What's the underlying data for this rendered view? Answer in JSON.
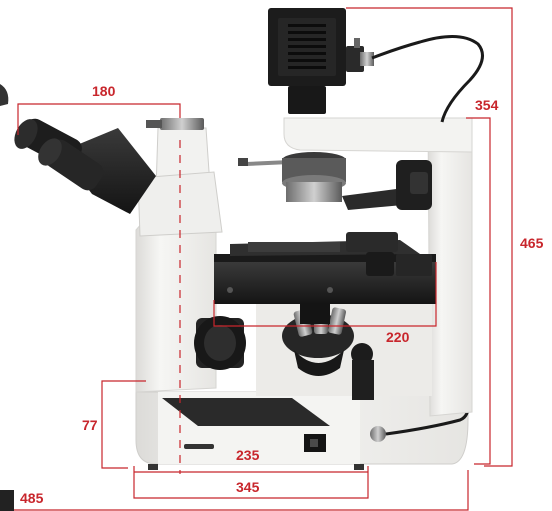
{
  "colors": {
    "dimension": "#c8262c",
    "body": "#f1f0ee",
    "body_shadow": "#d9d8d4",
    "black_parts": "#1f1f1f",
    "metal": "#9a9a9a"
  },
  "dimensions": {
    "eyepiece_span": "180",
    "arm_height": "354",
    "total_height": "465",
    "stage_width": "220",
    "base_height": "77",
    "base_inner_width": "235",
    "base_width": "345",
    "total_depth": "485"
  }
}
